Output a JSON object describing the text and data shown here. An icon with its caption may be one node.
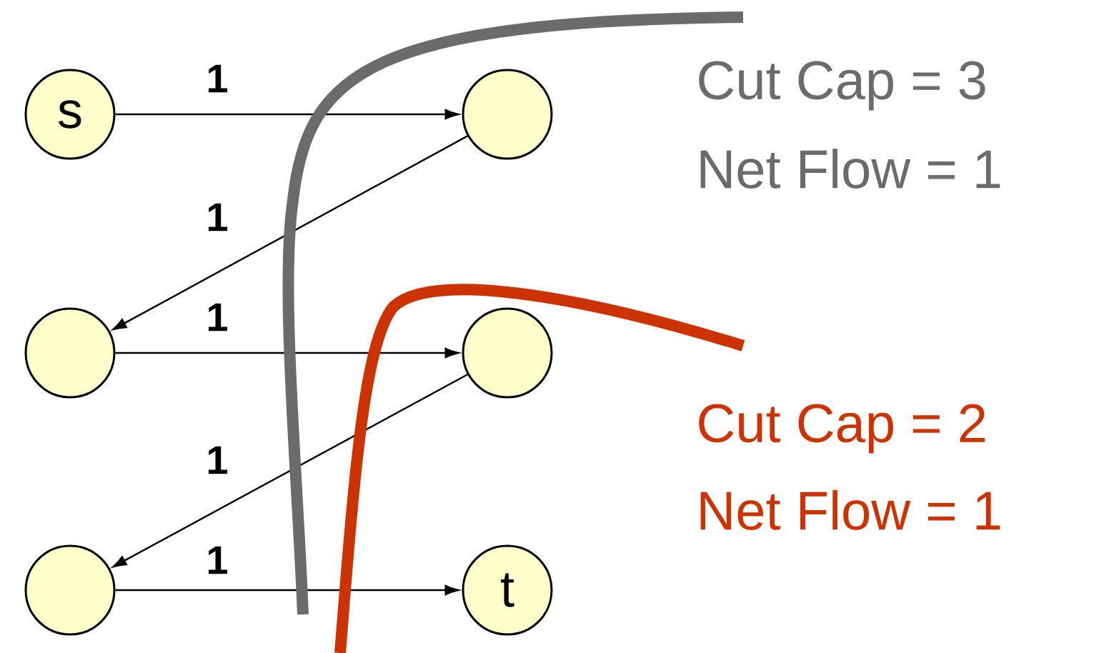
{
  "diagram": {
    "nodes": [
      {
        "text": [
          "s"
        ]
      },
      {
        "text": [],
        "shape": "circle"
      },
      {
        "text": [],
        "shape": "circle"
      },
      {
        "text": [],
        "shape": "circle"
      },
      {
        "text": [],
        "shape": "circle"
      },
      {
        "text": [
          "t"
        ]
      }
    ],
    "edges": [
      {
        "from": 0,
        "to": 1,
        "arrow": "to",
        "label": "1"
      },
      {
        "from": 1,
        "to": 2,
        "arrow": "to",
        "label": "1"
      },
      {
        "from": 2,
        "to": 3,
        "arrow": "to",
        "label": "1"
      },
      {
        "from": 3,
        "to": 4,
        "arrow": "to",
        "label": "1"
      },
      {
        "from": 4,
        "to": 5,
        "arrow": "to",
        "label": "1"
      }
    ],
    "labels": [
      "Cut Cap = 3",
      "Net Flow = 1",
      "Cut Cap = 2",
      "Net Flow = 1"
    ]
  }
}
